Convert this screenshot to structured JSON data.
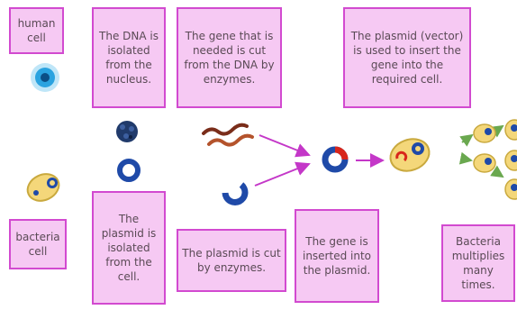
{
  "diagram": {
    "colors": {
      "box_fill": "#f6c9f3",
      "box_border": "#d24ad0",
      "arrow_magenta": "#c437c8",
      "arrow_green": "#6aa84f",
      "plasmid_blue": "#1f4aa8",
      "gene_red": "#d8261b",
      "bacteria_yellow": "#f4d77a",
      "human_cell_blue": "#2aa3e0"
    },
    "boxes": {
      "human_cell": "human cell",
      "dna_isolated": "The DNA is isolated from the nucleus.",
      "gene_cut": "The gene that is needed is cut from the DNA by enzymes.",
      "plasmid_vector": "The plasmid (vector) is used to insert the gene into the required cell.",
      "bacteria_cell": "bacteria cell",
      "plasmid_isolated": "The plasmid is isolated from the cell.",
      "plasmid_cut": "The plasmid is cut by enzymes.",
      "gene_inserted": "The gene is inserted into the plasmid.",
      "bacteria_multiplies": "Bacteria multiplies many times."
    },
    "icons": [
      "human-cell-icon",
      "dna-ball-icon",
      "plasmid-ring-icon",
      "bacteria-cell-icon",
      "cut-gene-strands-icon",
      "cut-plasmid-icon",
      "recombinant-plasmid-icon",
      "modified-bacteria-icon",
      "multiplying-bacteria-icon"
    ]
  }
}
